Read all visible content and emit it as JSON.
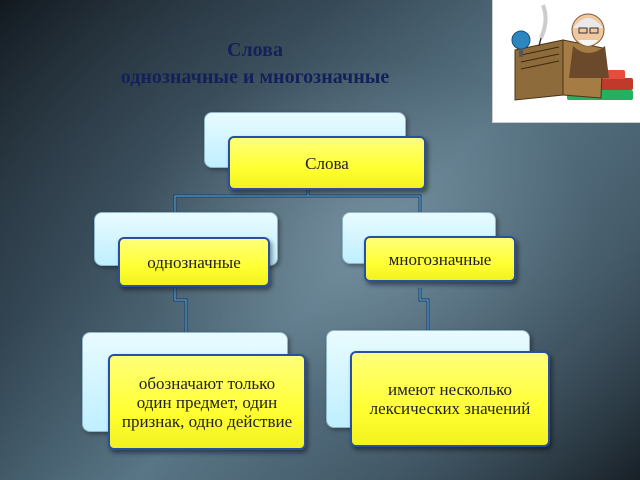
{
  "title": {
    "line1": "Слова",
    "line2": "однозначные и многозначные"
  },
  "diagram": {
    "root": "Слова",
    "left": "однозначные",
    "right": "многозначные",
    "left_desc": "обозначают только один предмет, один признак, одно действие",
    "right_desc": "имеют несколько лексических значений"
  },
  "colors": {
    "node_fill": "#ffff33",
    "node_border": "#2a4fa0",
    "backcard_fill": "#d6f6ff",
    "title_color": "#13205a"
  },
  "icons": {
    "corner_illustration": "scholar-with-books-icon"
  }
}
